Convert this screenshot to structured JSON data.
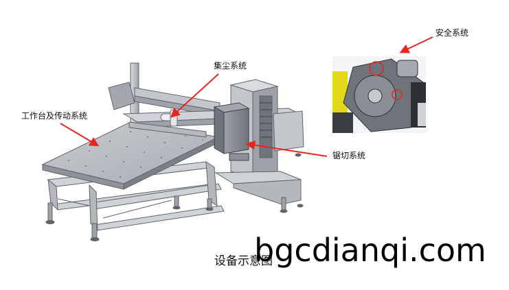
{
  "labels": {
    "safety": "安全系统",
    "dust": "集尘系统",
    "table": "工作台及传动系统",
    "saw": "锯切系统"
  },
  "caption": "设备示意图",
  "watermark": "bgcdianqi.com",
  "colors": {
    "arrow": "#e8251f",
    "frame": "#c9cdd2",
    "frame_dark": "#7b8087",
    "table_top": "#b9bcc1",
    "saw_housing": "#8d9197",
    "yellow": "#e2d81a"
  }
}
